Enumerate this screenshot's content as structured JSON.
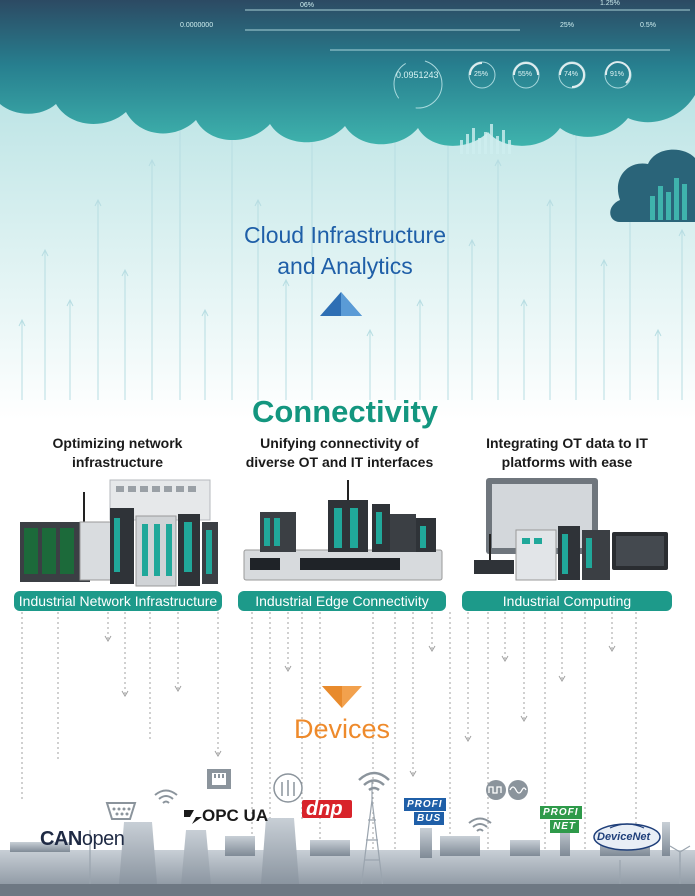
{
  "cloud_section": {
    "title_line1": "Cloud Infrastructure",
    "title_line2": "and Analytics",
    "hud_readout": "0.0951243",
    "hud_gauges": [
      "25%",
      "55%",
      "74%",
      "91%"
    ],
    "hud_row_labels": [
      "06%",
      "1.25%",
      "0.0000000",
      "25%",
      "0.5%"
    ],
    "colors": {
      "cloud_teal": "#2ea6a4",
      "cloud_navy": "#2c4a63",
      "title_blue": "#1f5fa8"
    }
  },
  "connectivity": {
    "title": "Connectivity",
    "title_color": "#13967f",
    "columns": [
      {
        "header_line1": "Optimizing network",
        "header_line2": "infrastructure",
        "label": "Industrial Network Infrastructure"
      },
      {
        "header_line1": "Unifying connectivity of",
        "header_line2": "diverse OT and IT interfaces",
        "label": "Industrial Edge Connectivity"
      },
      {
        "header_line1": "Integrating OT data to IT",
        "header_line2": "platforms with ease",
        "label": "Industrial Computing"
      }
    ],
    "bar_color": "#1d9a8a"
  },
  "devices": {
    "title": "Devices",
    "title_color": "#ee8a2b",
    "logos": {
      "canopen_a": "CAN",
      "canopen_b": "open",
      "opcua": "OPC UA",
      "dnp": "dnp",
      "profibus_a": "PROFI",
      "profibus_b": "BUS",
      "profinet_a": "PROFI",
      "profinet_b": "NET",
      "devicenet": "DeviceNet"
    },
    "icons": [
      "serial-port-icon",
      "wifi-icon",
      "ethernet-port-icon",
      "antenna-icon",
      "signal-wave-icon"
    ]
  }
}
